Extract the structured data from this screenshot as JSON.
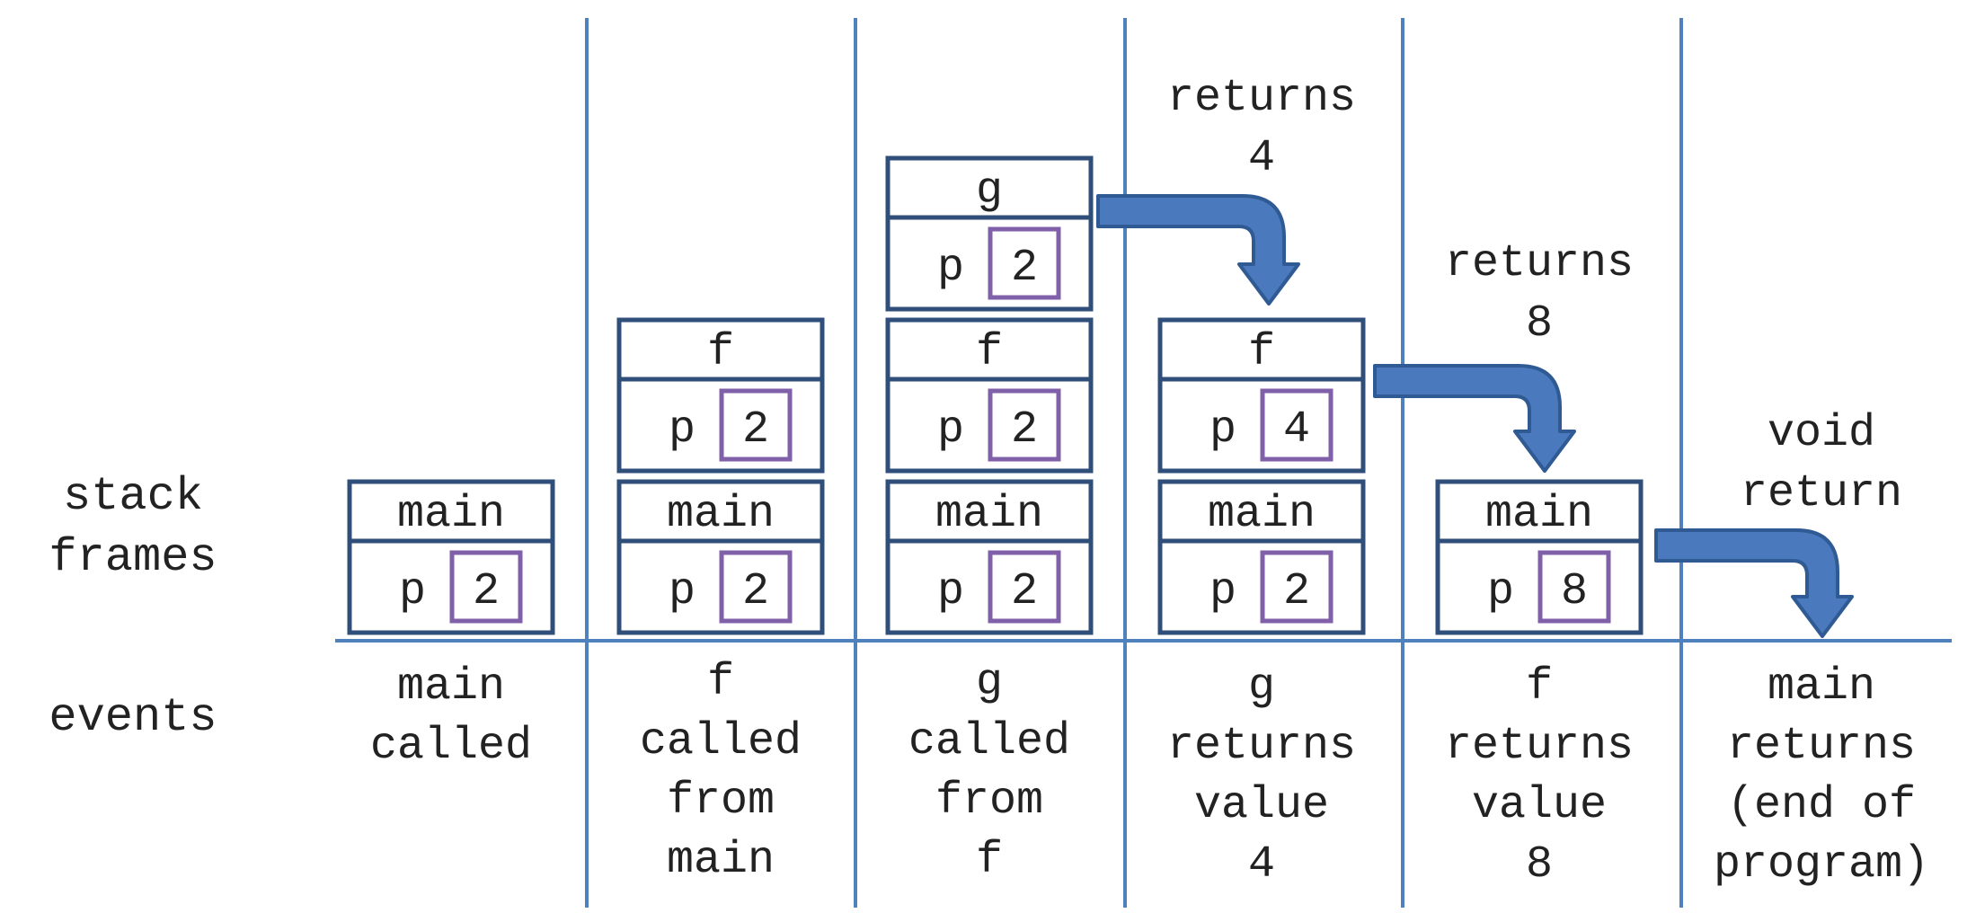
{
  "row_labels": {
    "stack_frames": [
      "stack",
      "frames"
    ],
    "events": "events"
  },
  "columns": [
    {
      "frames": [
        {
          "name": "main",
          "var": "p",
          "value": "2"
        }
      ],
      "event": [
        "main",
        "called"
      ],
      "return_note": []
    },
    {
      "frames": [
        {
          "name": "main",
          "var": "p",
          "value": "2"
        },
        {
          "name": "f",
          "var": "p",
          "value": "2"
        }
      ],
      "event": [
        "f",
        "called",
        "from",
        "main"
      ],
      "return_note": []
    },
    {
      "frames": [
        {
          "name": "main",
          "var": "p",
          "value": "2"
        },
        {
          "name": "f",
          "var": "p",
          "value": "2"
        },
        {
          "name": "g",
          "var": "p",
          "value": "2"
        }
      ],
      "event": [
        "g",
        "called",
        "from",
        "f"
      ],
      "return_note": []
    },
    {
      "frames": [
        {
          "name": "main",
          "var": "p",
          "value": "2"
        },
        {
          "name": "f",
          "var": "p",
          "value": "4"
        }
      ],
      "event": [
        "g",
        "returns",
        "value",
        "4"
      ],
      "return_note": [
        "returns",
        "4"
      ]
    },
    {
      "frames": [
        {
          "name": "main",
          "var": "p",
          "value": "8"
        }
      ],
      "event": [
        "f",
        "returns",
        "value",
        "8"
      ],
      "return_note": [
        "returns",
        "8"
      ]
    },
    {
      "frames": [],
      "event": [
        "main",
        "returns",
        "(end of",
        "program)"
      ],
      "return_note": [
        "void",
        "return"
      ]
    }
  ],
  "colors": {
    "frame_border": "#2f4f7a",
    "variable_border": "#8060a8",
    "separator": "#4f81bd",
    "arrow_fill": "#4a7abd",
    "text": "#222222"
  }
}
